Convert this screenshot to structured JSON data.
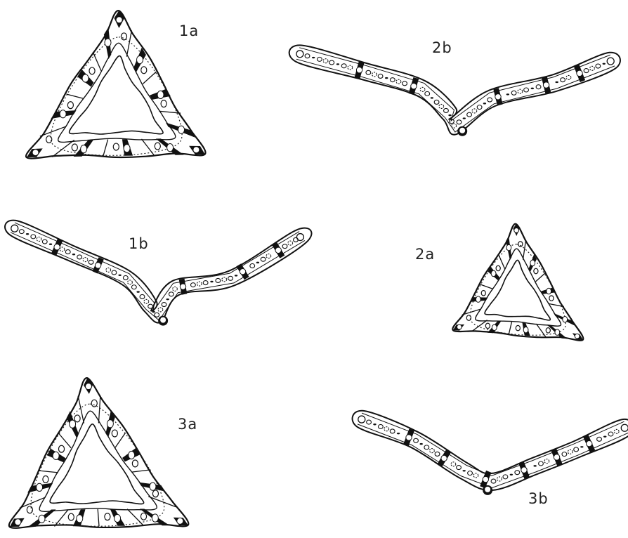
{
  "figures": [
    {
      "id": "1a",
      "label": "1a",
      "shape": "triangle"
    },
    {
      "id": "1b",
      "label": "1b",
      "shape": "v-section"
    },
    {
      "id": "2a",
      "label": "2a",
      "shape": "triangle"
    },
    {
      "id": "2b",
      "label": "2b",
      "shape": "v-section"
    },
    {
      "id": "3a",
      "label": "3a",
      "shape": "triangle"
    },
    {
      "id": "3b",
      "label": "3b",
      "shape": "v-section"
    }
  ]
}
